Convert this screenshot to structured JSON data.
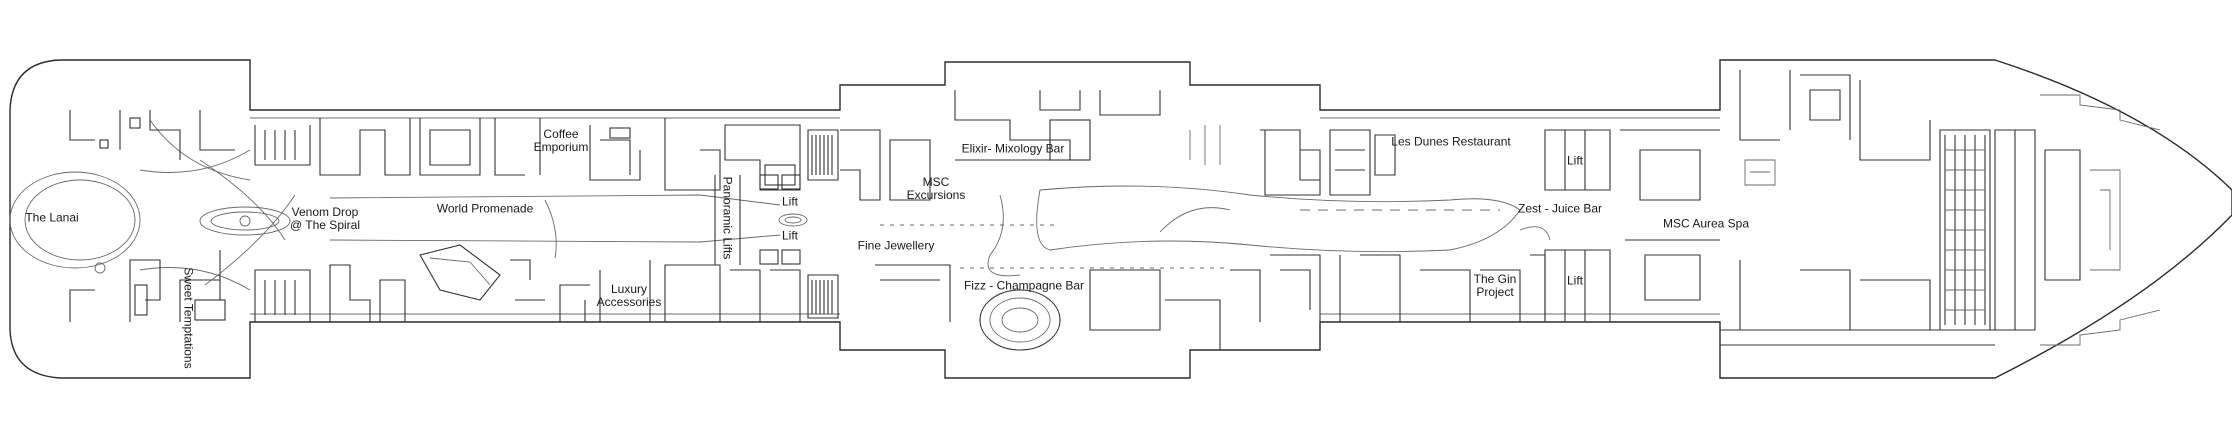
{
  "labels": {
    "the_lanai": "The Lanai",
    "sweet_temptations": "Sweet Temptations",
    "venom_drop_1": "Venom Drop",
    "venom_drop_2": "@ The Spiral",
    "world_promenade": "World Promenade",
    "coffee_1": "Coffee",
    "coffee_2": "Emporium",
    "luxury_1": "Luxury",
    "luxury_2": "Accessories",
    "panoramic_lifts": "Panoramic Lifts",
    "lift_fwd": "Lift",
    "lift_aft": "Lift",
    "msc_exc_1": "MSC",
    "msc_exc_2": "Excursions",
    "fine_jewellery": "Fine Jewellery",
    "elixir": "Elixir- Mixology Bar",
    "fizz": "Fizz - Champagne Bar",
    "les_dunes": "Les Dunes Restaurant",
    "zest": "Zest - Juice Bar",
    "gin_1": "The Gin",
    "gin_2": "Project",
    "lift_b1": "Lift",
    "lift_b2": "Lift",
    "aurea": "MSC Aurea Spa"
  },
  "colors": {
    "line": "#2b2b2b",
    "text": "#1a1a1a"
  }
}
